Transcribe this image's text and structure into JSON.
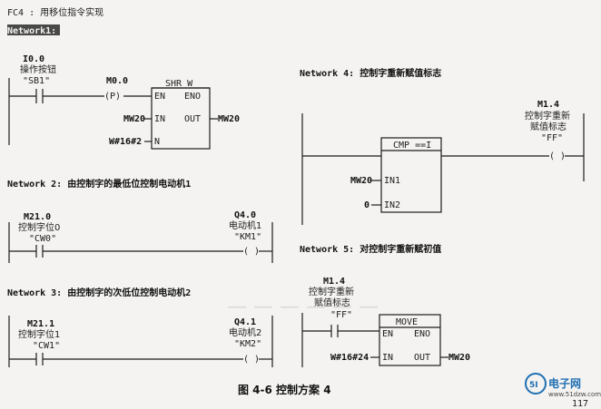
{
  "header": {
    "fc_title": "FC4 : 用移位指令实现",
    "nw1_title": "Network1: 控制字右移2位"
  },
  "nw1": {
    "input_addr": "I0.0",
    "input_label": "操作按钮",
    "input_sym": "\"SB1\"",
    "edge_addr": "M0.0",
    "edge_sym": "(P)",
    "block_name": "SHR_W",
    "en": "EN",
    "eno": "ENO",
    "in_label": "IN",
    "out_label": "OUT",
    "n_label": "N",
    "in_val": "MW20",
    "out_val": "MW20",
    "n_val": "W#16#2"
  },
  "nw2": {
    "title": "Network 2: 由控制字的最低位控制电动机1",
    "contact_addr": "M21.0",
    "contact_label": "控制字位0",
    "contact_sym": "\"CW0\"",
    "coil_addr": "Q4.0",
    "coil_label": "电动机1",
    "coil_sym": "\"KM1\"",
    "coil_symbol": "( )"
  },
  "nw3": {
    "title": "Network 3: 由控制字的次低位控制电动机2",
    "contact_addr": "M21.1",
    "contact_label": "控制字位1",
    "contact_sym": "\"CW1\"",
    "coil_addr": "Q4.1",
    "coil_label": "电动机2",
    "coil_sym": "\"KM2\"",
    "coil_symbol": "( )"
  },
  "nw4": {
    "title": "Network 4: 控制字重新赋值标志",
    "block_name": "CMP ==I",
    "in1_label": "IN1",
    "in2_label": "IN2",
    "in1_val": "MW20",
    "in2_val": "0",
    "coil_addr": "M1.4",
    "coil_label_1": "控制字重新",
    "coil_label_2": "赋值标志",
    "coil_sym": "\"FF\"",
    "coil_symbol": "( )"
  },
  "nw5": {
    "title": "Network 5: 对控制字重新赋初值",
    "contact_addr": "M1.4",
    "contact_label_1": "控制字重新",
    "contact_label_2": "赋值标志",
    "contact_sym": "\"FF\"",
    "block_name": "MOVE",
    "en": "EN",
    "eno": "ENO",
    "in_label": "IN",
    "out_label": "OUT",
    "in_val": "W#16#24",
    "out_val": "MW20"
  },
  "caption": "图 4-6   控制方案 4",
  "page_number": "117",
  "watermark": {
    "text": "电子网",
    "url": "www.51dzw.com"
  }
}
